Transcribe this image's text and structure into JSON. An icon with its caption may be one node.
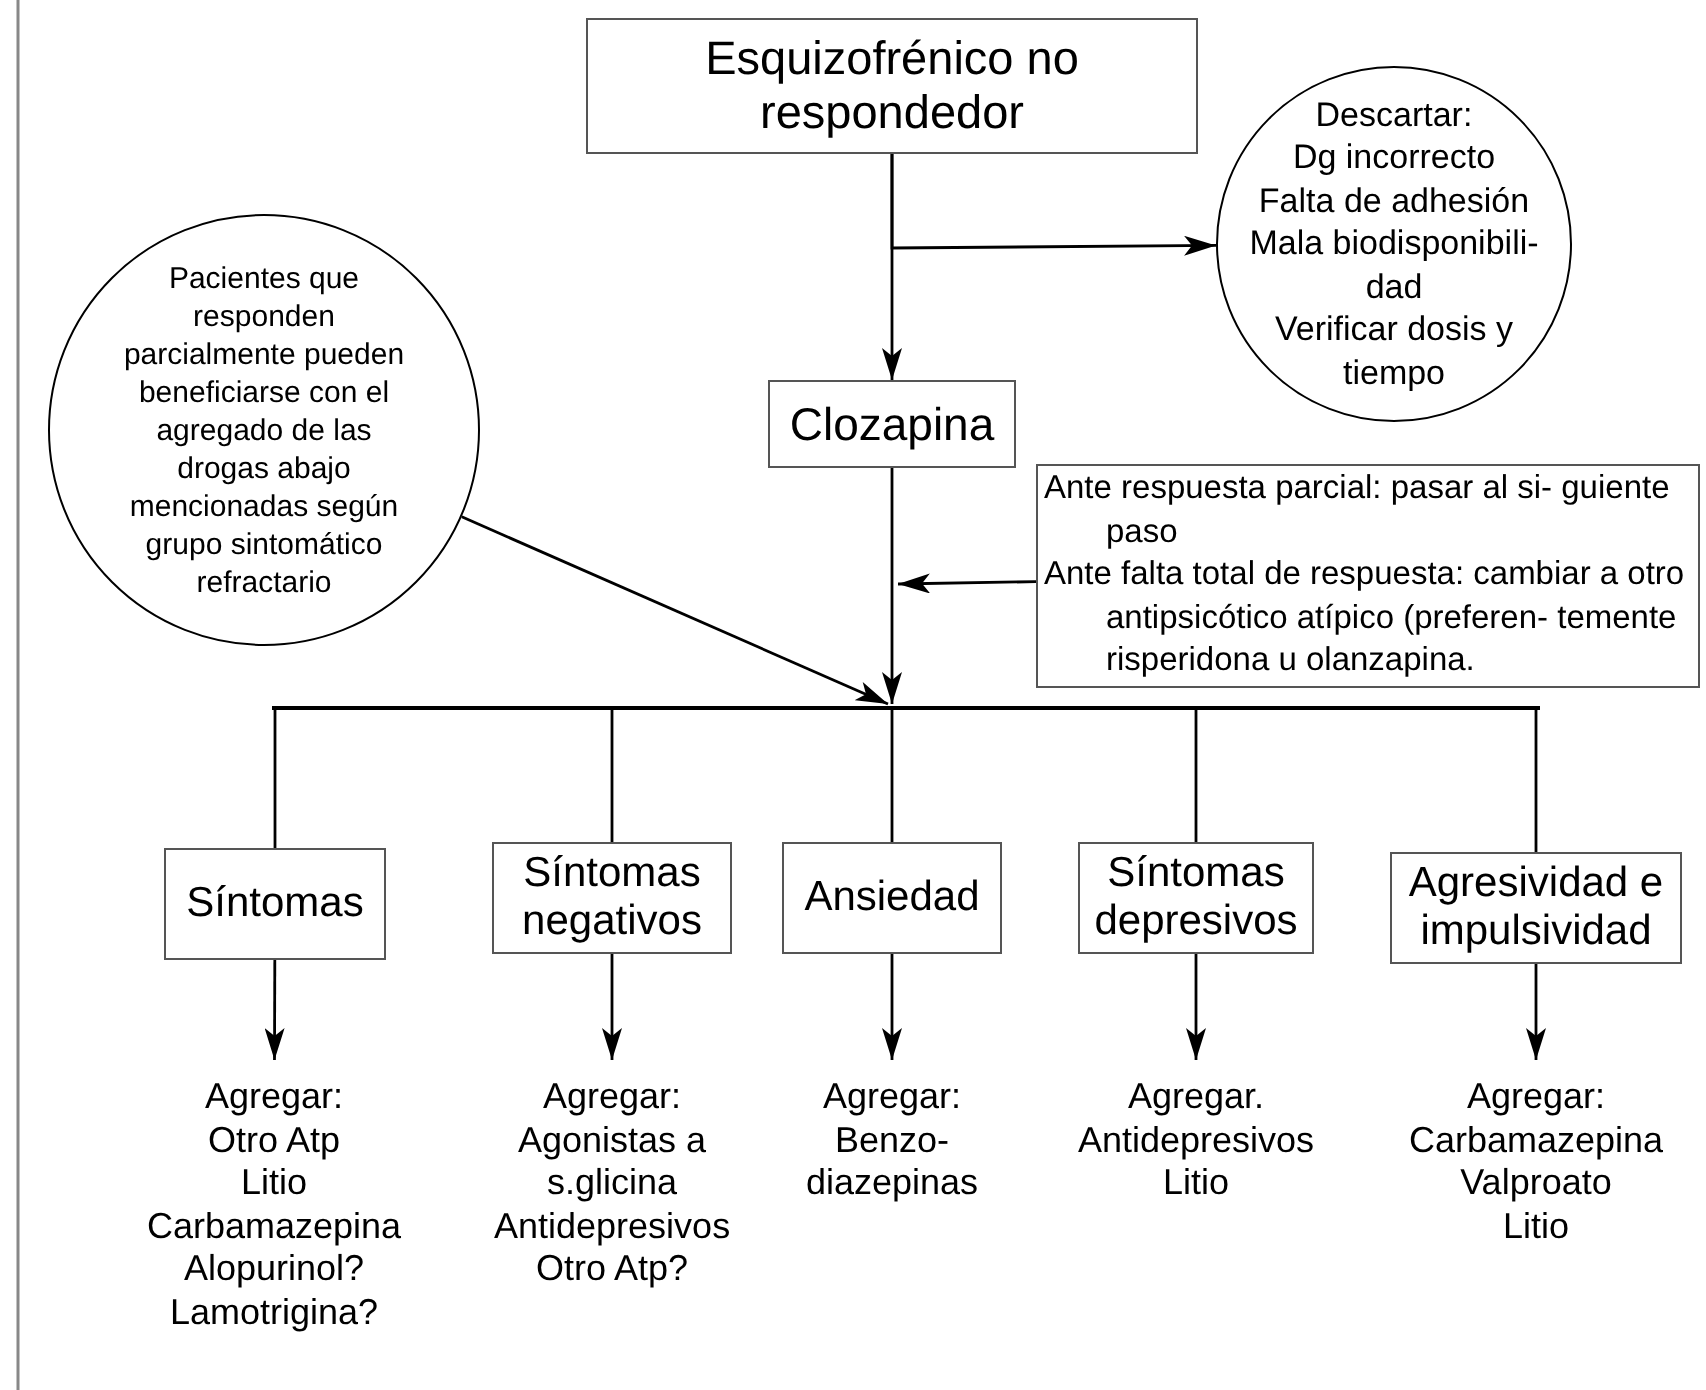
{
  "diagram": {
    "nodes": [
      {
        "text": [
          "Esquizofrénico no respondedor"
        ]
      },
      {
        "text": [
          "Descartar:",
          "Dg incorrecto",
          "Falta de adhesión",
          "Mala biodisponibili- dad",
          "Verificar dosis y tiempo"
        ]
      },
      {
        "text": [
          "Pacientes que responden parcialmente pueden beneficiarse con el agregado de las drogas abajo mencionadas según grupo sintomático refractario"
        ]
      },
      {
        "text": [
          "Clozapina"
        ]
      },
      {
        "text": [
          "Ante respuesta parcial: pasar al si- guiente paso",
          "Ante falta total de respuesta: cambiar a otro antipsicótico atípico (preferen- temente risperidona u olanzapina."
        ]
      },
      {
        "text": [],
        "shape": "bar"
      },
      {
        "text": [
          "Síntomas"
        ]
      },
      {
        "text": [
          "Síntomas negativos"
        ]
      },
      {
        "text": [
          "Ansiedad"
        ]
      },
      {
        "text": [
          "Síntomas depresivos"
        ]
      },
      {
        "text": [
          "Agresividad e impulsividad"
        ]
      },
      {
        "text": [
          "Agregar:",
          "Otro Atp",
          "Litio",
          "Carbamazepina",
          "Alopurinol?",
          "Lamotrigina?"
        ]
      },
      {
        "text": [
          "Agregar:",
          "Agonistas a s.glicina",
          "Antidepresivos",
          "Otro Atp?"
        ]
      },
      {
        "text": [
          "Agregar:",
          "Benzo- diazepinas"
        ]
      },
      {
        "text": [
          "Agregar.",
          "Antidepresivos",
          "Litio"
        ]
      },
      {
        "text": [
          "Agregar:",
          "Carbamazepina",
          "Valproato",
          "Litio"
        ]
      }
    ],
    "edges": [
      {
        "from": 0,
        "to": 3,
        "arrow": "to"
      },
      {
        "from": 0,
        "to": 1,
        "arrow": "to"
      },
      {
        "from": 3,
        "to": 5,
        "arrow": "to"
      },
      {
        "from": 2,
        "to": 5,
        "arrow": "to"
      },
      {
        "from": 4,
        "to": null,
        "arrow": "to"
      },
      {
        "from": 5,
        "to": 6,
        "arrow": "none"
      },
      {
        "from": 5,
        "to": 7,
        "arrow": "none"
      },
      {
        "from": 5,
        "to": 8,
        "arrow": "none"
      },
      {
        "from": 5,
        "to": 9,
        "arrow": "none"
      },
      {
        "from": 5,
        "to": 10,
        "arrow": "none"
      },
      {
        "from": 6,
        "to": 11,
        "arrow": "to"
      },
      {
        "from": 7,
        "to": 12,
        "arrow": "to"
      },
      {
        "from": 8,
        "to": 13,
        "arrow": "to"
      },
      {
        "from": 9,
        "to": 14,
        "arrow": "to"
      },
      {
        "from": 10,
        "to": 15,
        "arrow": "to"
      }
    ]
  }
}
